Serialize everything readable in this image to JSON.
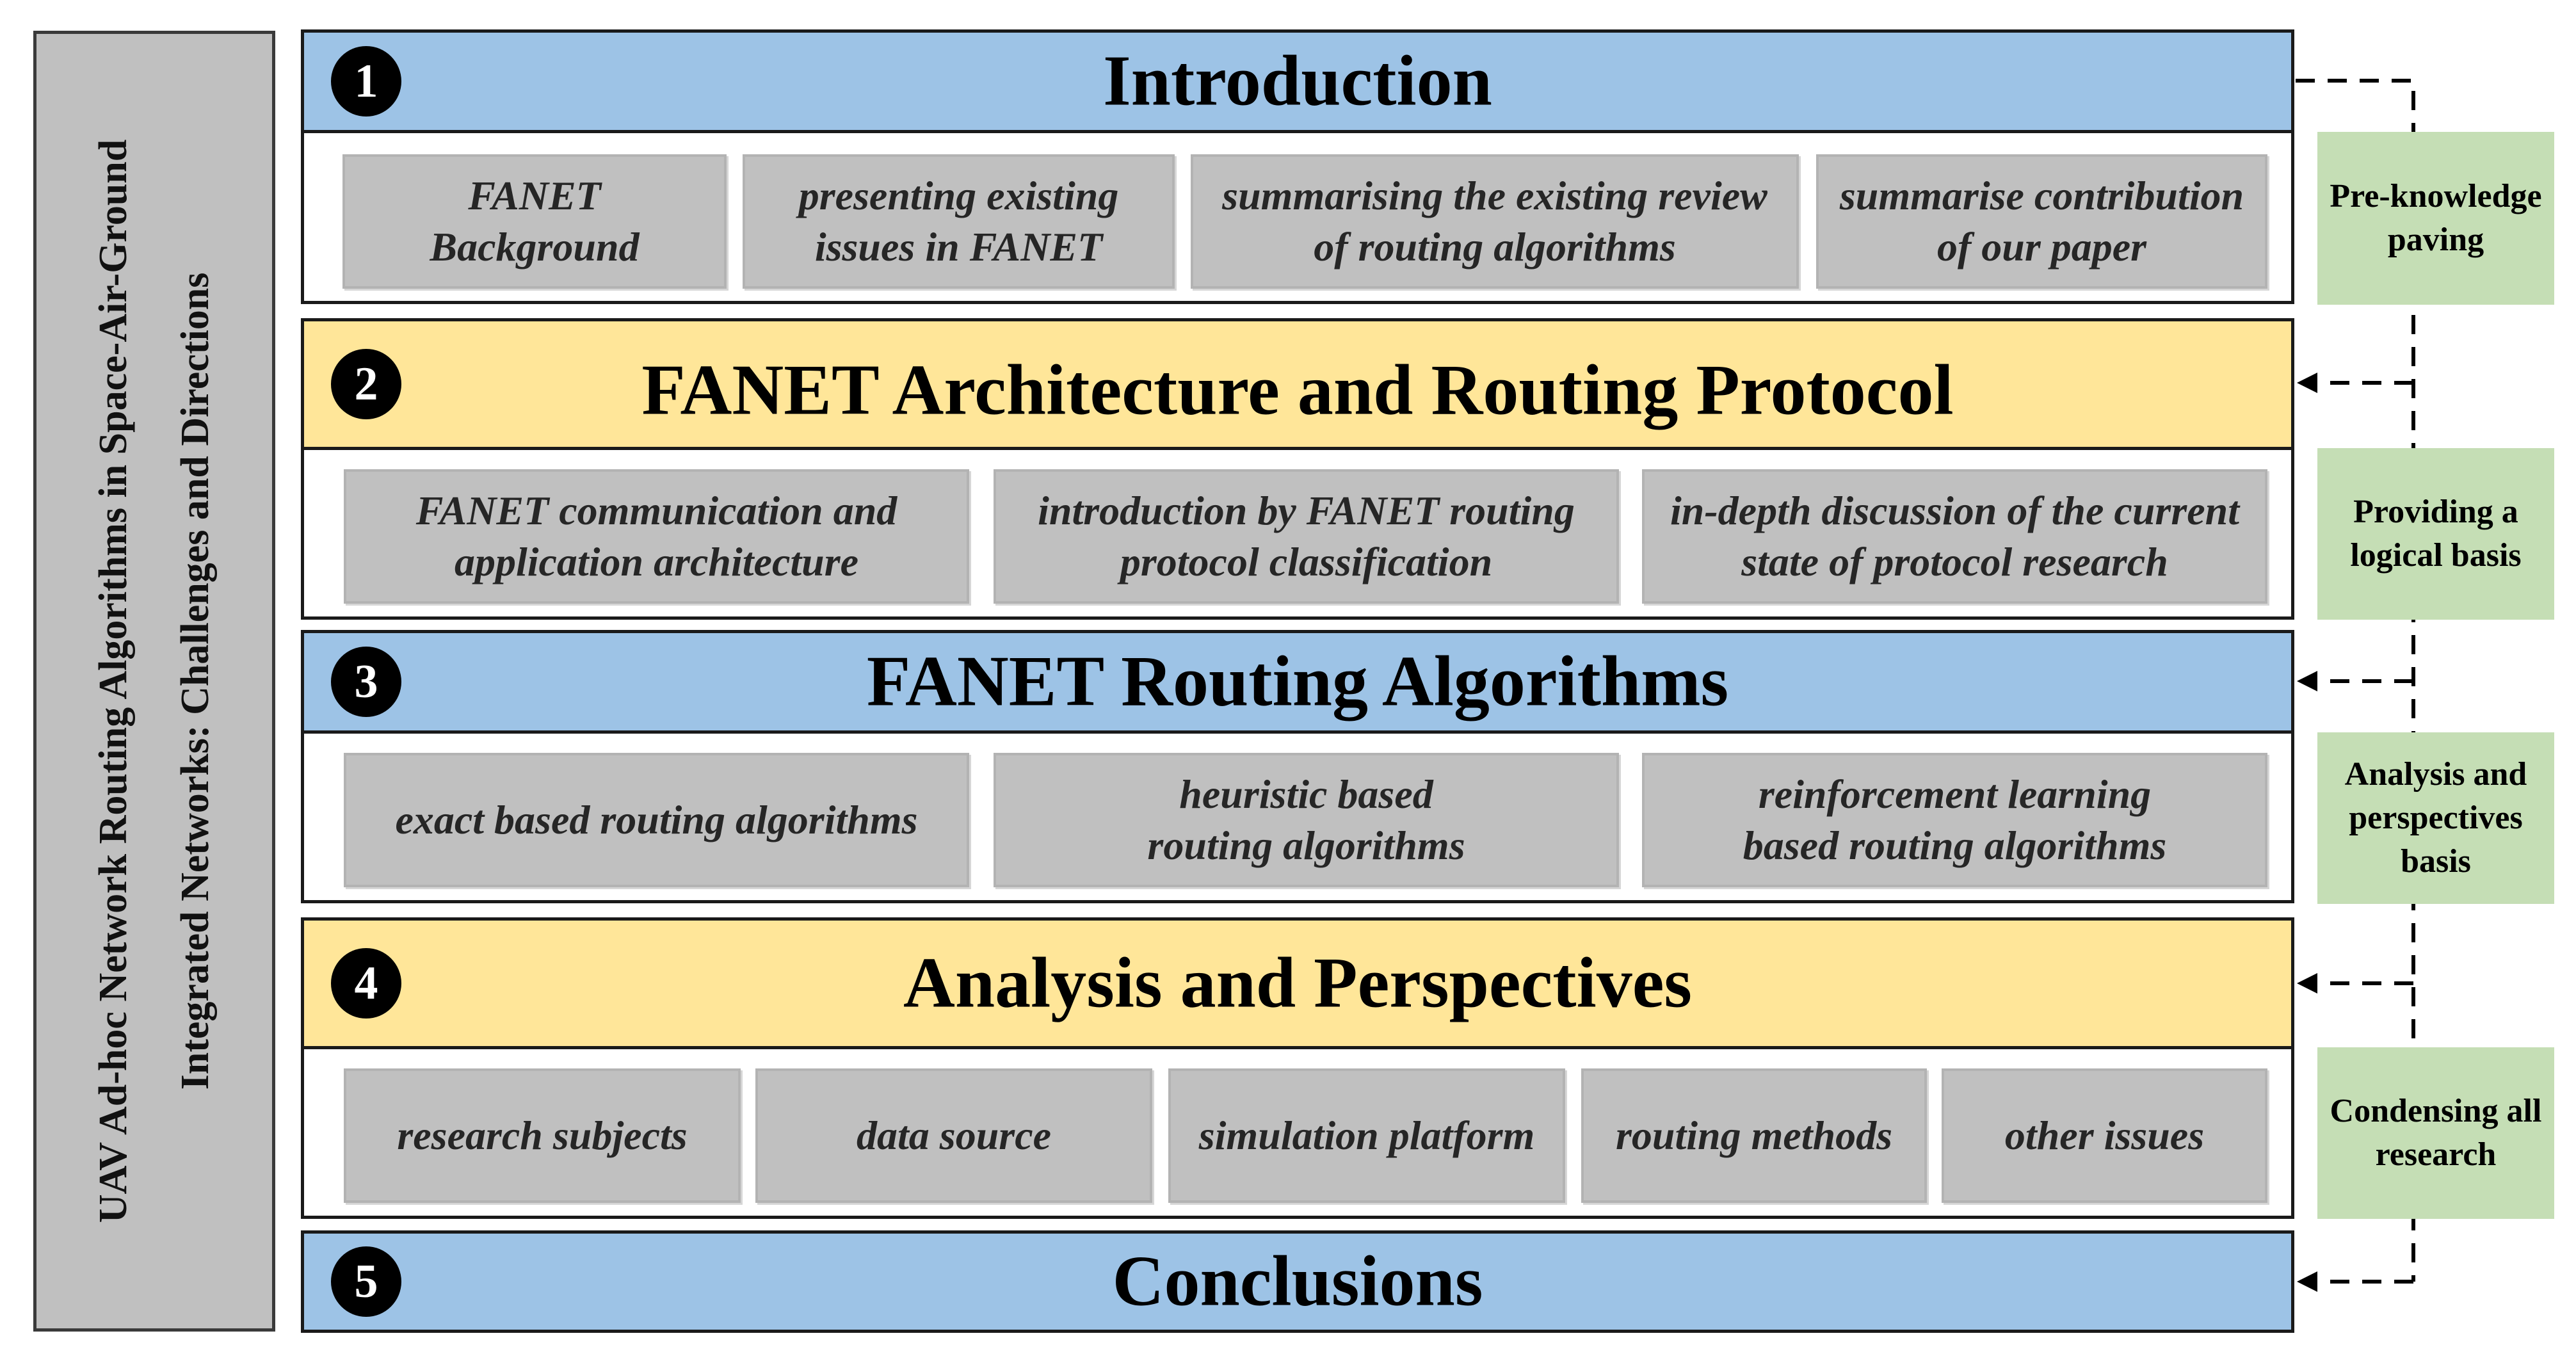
{
  "side_title": {
    "line1": "UAV Ad-hoc Network Routing Algorithms in Space-Air-Ground",
    "line2": "Integrated Networks: Challenges and Directions"
  },
  "sections": [
    {
      "number": "1",
      "title": "Introduction",
      "color": "#9dc3e6",
      "topics": [
        {
          "line1": "FANET",
          "line2": "Background"
        },
        {
          "line1": "presenting existing",
          "line2": "issues in FANET"
        },
        {
          "line1": "summarising the existing review",
          "line2": "of routing algorithms"
        },
        {
          "line1": "summarise contribution",
          "line2": "of our paper"
        }
      ]
    },
    {
      "number": "2",
      "title": "FANET Architecture and Routing Protocol",
      "color": "#ffe699",
      "topics": [
        {
          "line1": "FANET communication and",
          "line2": "application architecture"
        },
        {
          "line1": "introduction by FANET routing",
          "line2": "protocol classification"
        },
        {
          "line1": "in-depth discussion of the current",
          "line2": "state of protocol research"
        }
      ]
    },
    {
      "number": "3",
      "title": "FANET Routing Algorithms",
      "color": "#9dc3e6",
      "topics": [
        {
          "line1": "exact based routing algorithms",
          "line2": ""
        },
        {
          "line1": "heuristic based",
          "line2": "routing algorithms"
        },
        {
          "line1": "reinforcement learning",
          "line2": "based routing algorithms"
        }
      ]
    },
    {
      "number": "4",
      "title": "Analysis and Perspectives",
      "color": "#ffe699",
      "topics": [
        {
          "line1": "research subjects",
          "line2": ""
        },
        {
          "line1": "data source",
          "line2": ""
        },
        {
          "line1": "simulation platform",
          "line2": ""
        },
        {
          "line1": "routing methods",
          "line2": ""
        },
        {
          "line1": "other issues",
          "line2": ""
        }
      ]
    },
    {
      "number": "5",
      "title": "Conclusions",
      "color": "#9dc3e6",
      "topics": []
    }
  ],
  "notes": [
    {
      "line1": "Pre-knowledge",
      "line2": "paving",
      "line3": ""
    },
    {
      "line1": "Providing a",
      "line2": "logical basis",
      "line3": ""
    },
    {
      "line1": "Analysis and",
      "line2": "perspectives",
      "line3": "basis"
    },
    {
      "line1": "Condensing all",
      "line2": "research",
      "line3": ""
    }
  ],
  "colors": {
    "header_blue": "#9dc3e6",
    "header_yellow": "#ffe699",
    "topic_grey": "#c0c0c0",
    "note_green": "#c5deb5"
  }
}
